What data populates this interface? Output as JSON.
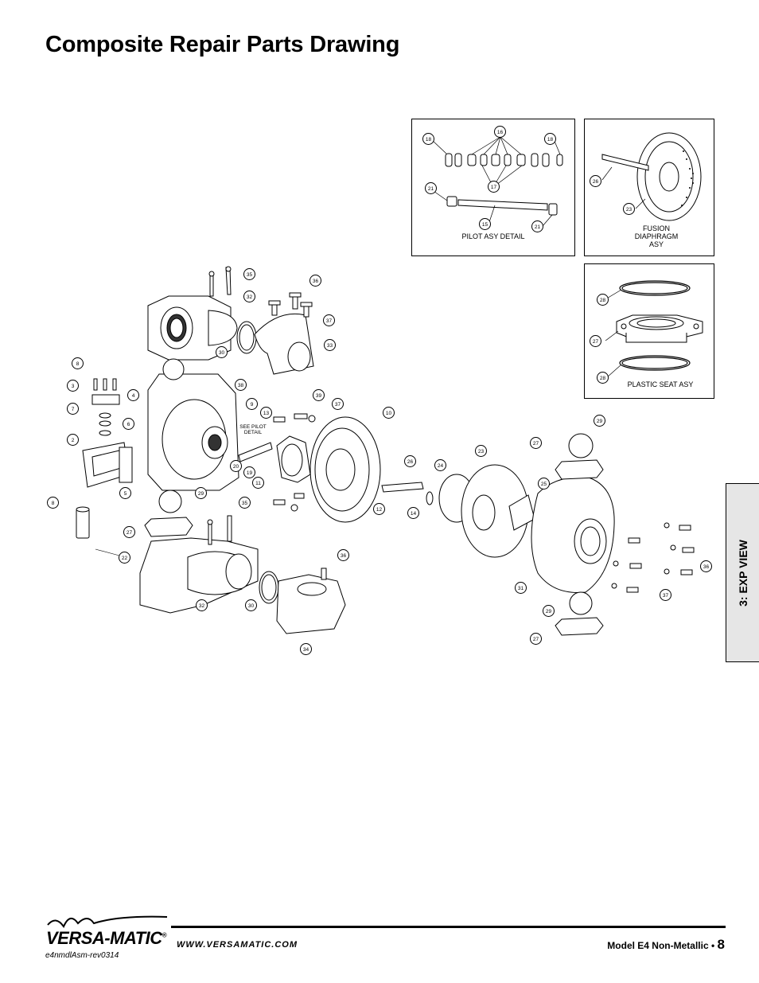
{
  "page": {
    "title": "Composite Repair Parts Drawing",
    "side_tab": "3: EXP VIEW"
  },
  "details": {
    "pilot": {
      "label": "PILOT ASY DETAIL",
      "callouts": [
        "16",
        "18",
        "18",
        "21",
        "17",
        "15",
        "21"
      ]
    },
    "fusion": {
      "label_line1": "FUSION",
      "label_line2": "DIAPHRAGM",
      "label_line3": "ASY",
      "callouts": [
        "26",
        "23"
      ]
    },
    "plastic_seat": {
      "label": "PLASTIC SEAT ASY",
      "callouts": [
        "28",
        "27",
        "28"
      ]
    }
  },
  "main_drawing": {
    "see_pilot_line1": "SEE PILOT",
    "see_pilot_line2": "DETAIL",
    "callouts": [
      "35",
      "36",
      "32",
      "37",
      "30",
      "33",
      "8",
      "3",
      "4",
      "7",
      "6",
      "2",
      "5",
      "8",
      "38",
      "9",
      "13",
      "39",
      "37",
      "10",
      "20",
      "19",
      "11",
      "29",
      "35",
      "27",
      "22",
      "32",
      "30",
      "36",
      "34",
      "12",
      "26",
      "24",
      "14",
      "23",
      "25",
      "29",
      "27",
      "31",
      "29",
      "27",
      "36",
      "37"
    ]
  },
  "footer": {
    "brand": "VERSA-MATIC",
    "brand_mark": "®",
    "url": "WWW.VERSAMATIC.COM",
    "model": "Model E4 Non-Metallic •",
    "page_number": "8",
    "doc_code": "e4nmdlAsm-rev0314"
  }
}
